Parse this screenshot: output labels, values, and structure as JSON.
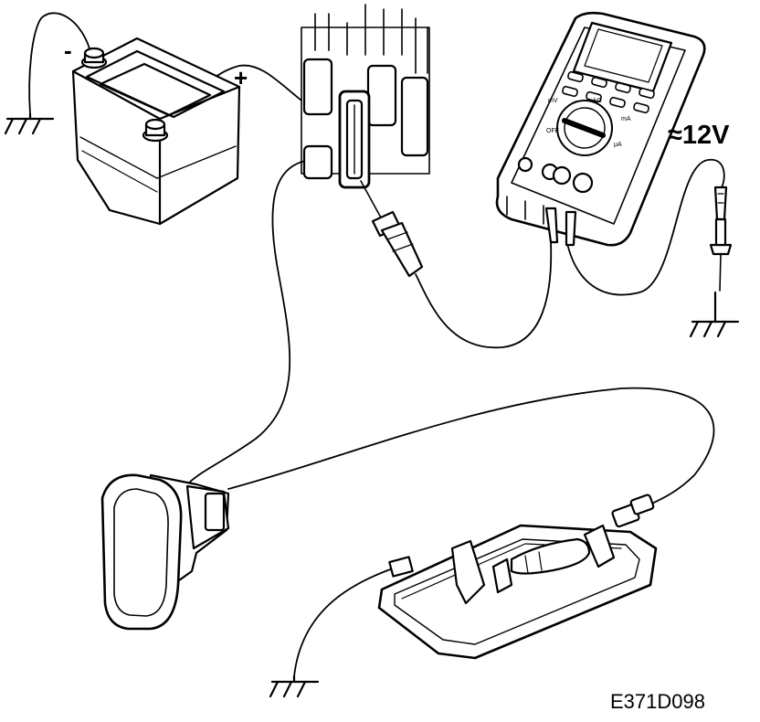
{
  "labels": {
    "battery_negative": "-",
    "battery_positive": "+",
    "voltage_reading": "≈12V",
    "figure_code": "E371D098"
  },
  "multimeter": {
    "scale_labels": [
      "mV",
      "kΩ",
      "OFF",
      "μA",
      "mA"
    ]
  },
  "icons": [
    "ground-symbol-icon",
    "battery-icon",
    "fuse-box-icon",
    "multimeter-icon",
    "probe-icon",
    "rocker-switch-icon",
    "lamp-housing-icon",
    "connector-plug-icon"
  ]
}
